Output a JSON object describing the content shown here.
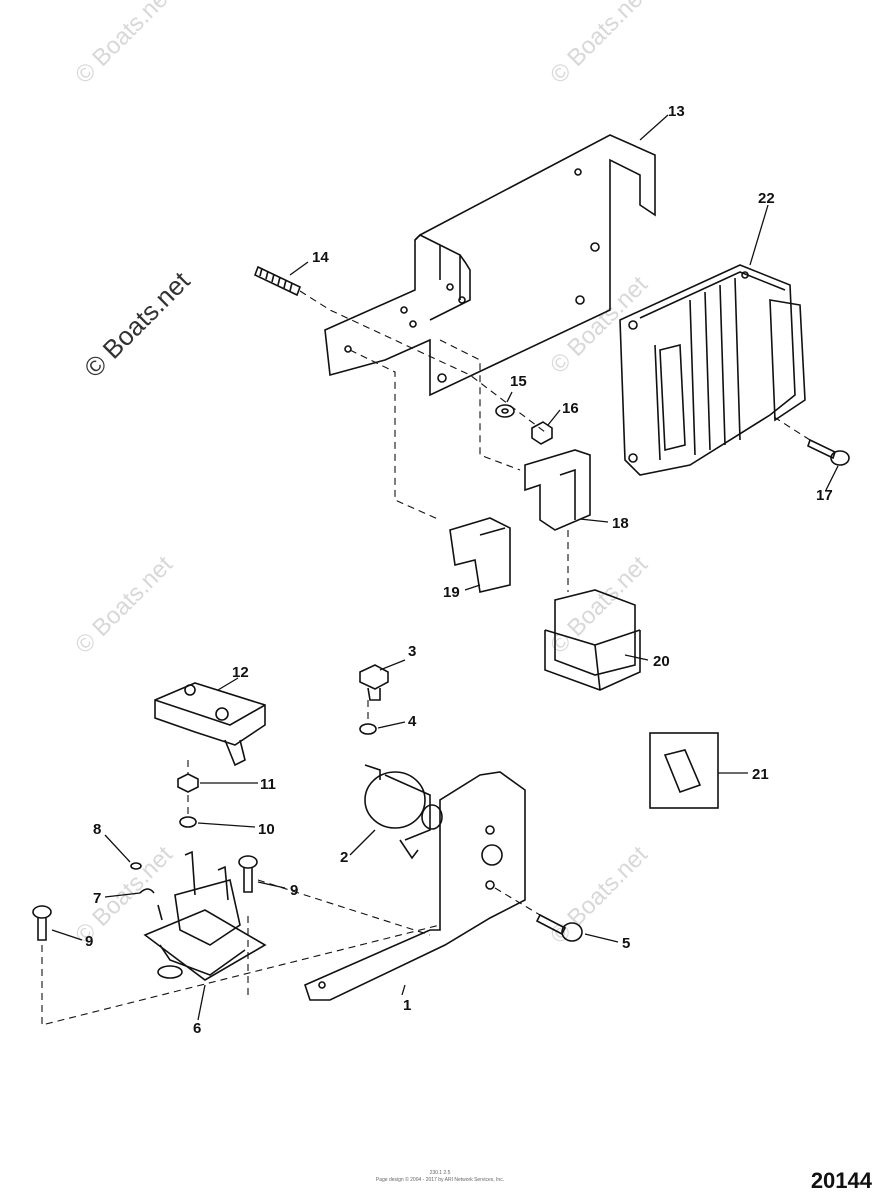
{
  "watermark": {
    "text": "© Boats.net"
  },
  "callouts": [
    "1",
    "2",
    "3",
    "4",
    "5",
    "6",
    "7",
    "8",
    "9",
    "9",
    "10",
    "11",
    "12",
    "13",
    "14",
    "15",
    "16",
    "17",
    "18",
    "19",
    "20",
    "21",
    "22"
  ],
  "footer": {
    "line1": "230.1 2.5",
    "line2": "Page design © 2004 - 2017 by ARI Network Services, Inc."
  },
  "drawing_number": "20144"
}
